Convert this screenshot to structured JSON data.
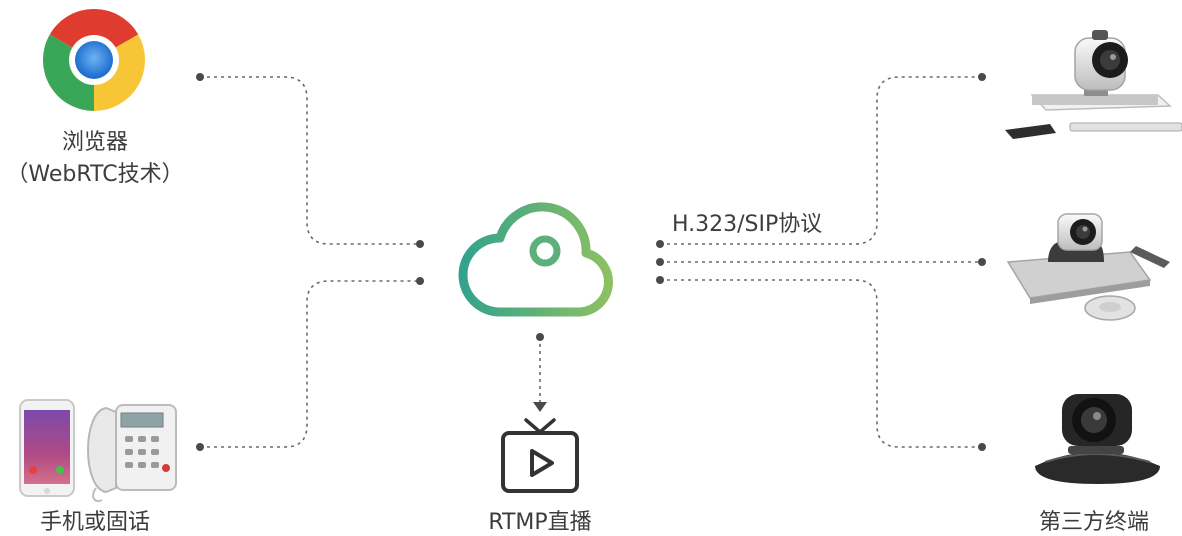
{
  "labels": {
    "browser_line1": "浏览器",
    "browser_line2": "（WebRTC技术）",
    "phone": "手机或固话",
    "rtmp": "RTMP直播",
    "protocol": "H.323/SIP协议",
    "third_party": "第三方终端"
  },
  "colors": {
    "cloud_start": "#34a28c",
    "cloud_end": "#8cc063",
    "line": "#6a6a6a",
    "dot": "#4a4a4a",
    "text": "#3d3d3d"
  }
}
